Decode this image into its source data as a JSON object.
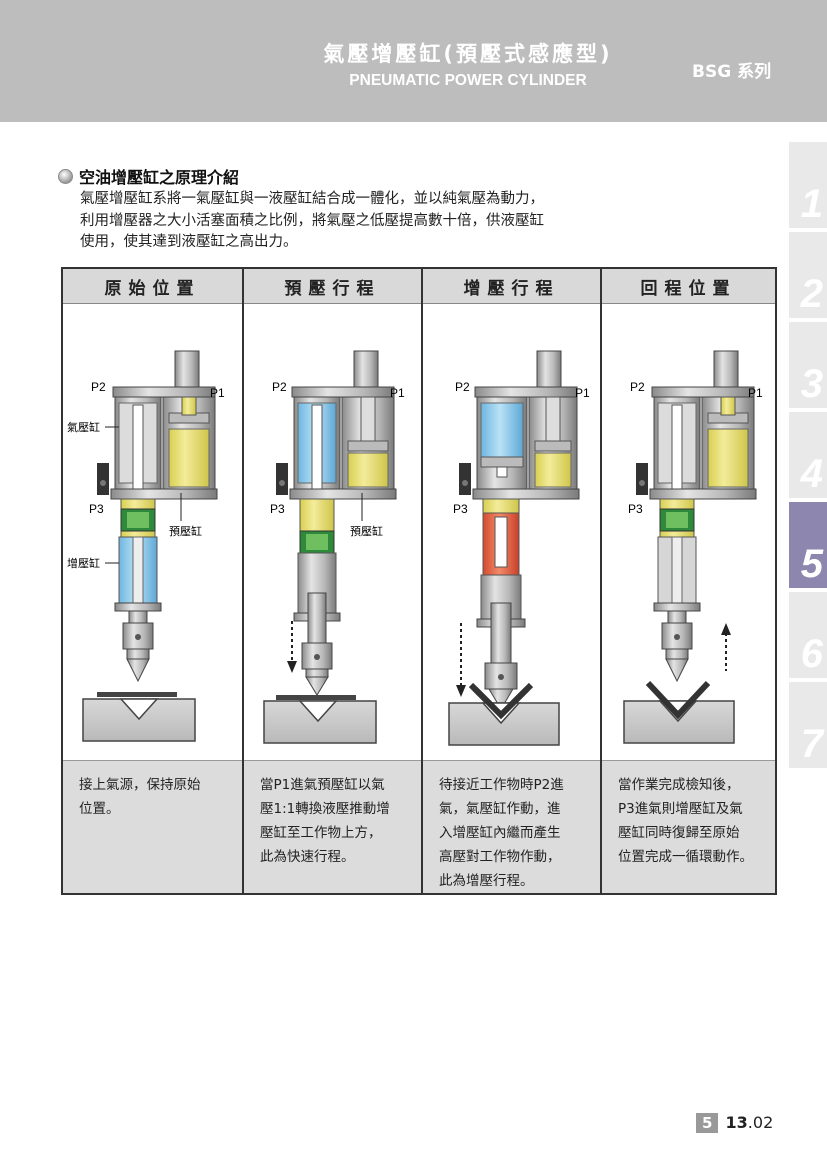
{
  "header": {
    "title_zh": "氣壓增壓缸(預壓式感應型)",
    "title_en": "PNEUMATIC POWER CYLINDER",
    "series": "BSG 系列"
  },
  "side_tabs": [
    "1",
    "2",
    "3",
    "4",
    "5",
    "6",
    "7"
  ],
  "section": {
    "title": "空油增壓缸之原理介紹",
    "intro_lines": [
      "氣壓增壓缸系將一氣壓缸與一液壓缸結合成一體化，並以純氣壓為動力，",
      "利用增壓器之大小活塞面積之比例，將氣壓之低壓提高數十倍，供液壓缸",
      "使用，使其達到液壓缸之高出力。"
    ]
  },
  "stages": [
    {
      "title": "原始位置",
      "labels": {
        "p2": "P2",
        "p1": "P1",
        "p3": "P3",
        "air": "氣壓缸",
        "pre": "預壓缸",
        "boost": "增壓缸"
      },
      "desc": [
        "接上氣源，保持原始",
        "位置。"
      ]
    },
    {
      "title": "預壓行程",
      "labels": {
        "p2": "P2",
        "p1": "P1",
        "p3": "P3",
        "pre": "預壓缸"
      },
      "desc": [
        "當P1進氣預壓缸以氣",
        "壓1:1轉換液壓推動增",
        "壓缸至工作物上方，",
        "此為快速行程。"
      ]
    },
    {
      "title": "增壓行程",
      "labels": {
        "p2": "P2",
        "p1": "P1",
        "p3": "P3"
      },
      "desc": [
        "待接近工作物時P2進",
        "氣，氣壓缸作動，進",
        "入增壓缸內繼而產生",
        "高壓對工作物作動，",
        "此為增壓行程。"
      ]
    },
    {
      "title": "回程位置",
      "labels": {
        "p2": "P2",
        "p1": "P1",
        "p3": "P3"
      },
      "desc": [
        "當作業完成檢知後，",
        "P3進氣則增壓缸及氣",
        "壓缸同時復歸至原始",
        "位置完成一循環動作。"
      ]
    }
  ],
  "footer": {
    "chapter": "5",
    "page_main": "13",
    "page_suffix": ".02"
  },
  "colors": {
    "header": "#bdbdbd",
    "active_tab": "#8d87b0",
    "oil_yellow": "#e8e070",
    "air_blue": "#8ccbec",
    "high_pressure": "#e06040"
  }
}
